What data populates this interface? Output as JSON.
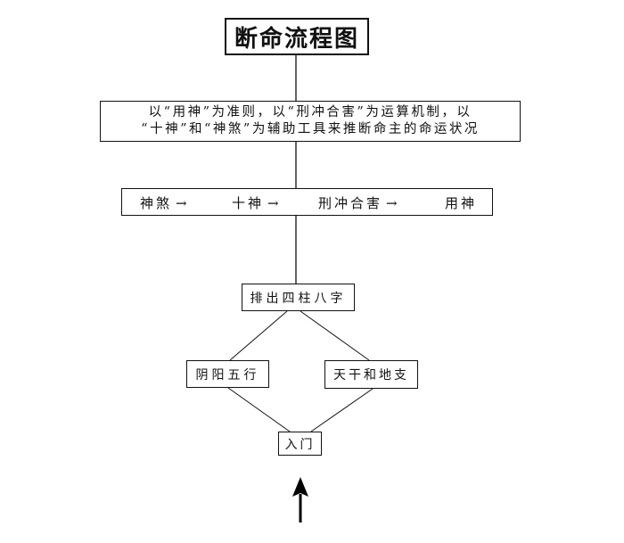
{
  "diagram": {
    "title": "断命流程图",
    "description": {
      "line1": "以“用神”为准则，以“刑冲合害”为运算机制，以",
      "line2": "“十神”和“神煞”为辅助工具来推断命主的命运状况"
    },
    "flow": {
      "items": [
        {
          "label": "神煞",
          "arrow": "→"
        },
        {
          "label": "十神",
          "arrow": "→"
        },
        {
          "label": "刑冲合害",
          "arrow": "→"
        },
        {
          "label": "用神",
          "arrow": ""
        }
      ]
    },
    "nodes": {
      "bazi": "排出四柱八字",
      "yinyang": "阴阳五行",
      "tiangan": "天干和地支",
      "entry": "入门"
    },
    "arrow_icon": "up-arrow-icon",
    "colors": {
      "stroke": "#111111",
      "background": "#ffffff"
    }
  }
}
